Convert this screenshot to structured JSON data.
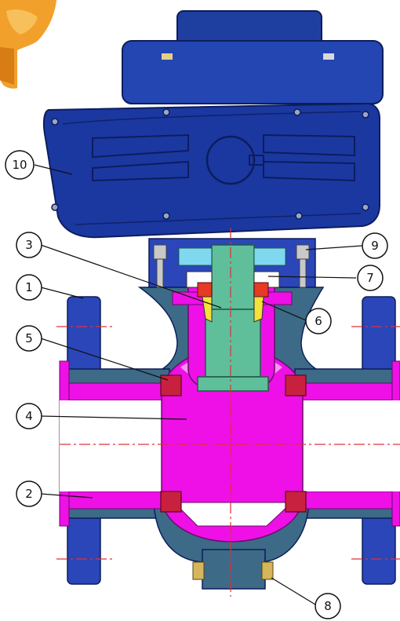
{
  "colors": {
    "actuator_blue": "#1f3fa0",
    "actuator_dark": "#13256a",
    "body_blue": "#2a46b8",
    "section_slate": "#3d6a86",
    "magenta": "#ee10e6",
    "seat_red": "#c8213f",
    "stem_green": "#5fbf9a",
    "packing_yellow": "#f3e23a",
    "bolt_gray": "#c9c9c9",
    "centerline_red": "#e0303a",
    "handwheel_orange": "#f1a02c"
  },
  "callouts": [
    {
      "id": "label-1",
      "text": "1"
    },
    {
      "id": "label-2",
      "text": "2"
    },
    {
      "id": "label-3",
      "text": "3"
    },
    {
      "id": "label-4",
      "text": "4"
    },
    {
      "id": "label-5",
      "text": "5"
    },
    {
      "id": "label-6",
      "text": "6"
    },
    {
      "id": "label-7",
      "text": "7"
    },
    {
      "id": "label-8",
      "text": "8"
    },
    {
      "id": "label-9",
      "text": "9"
    },
    {
      "id": "label-10",
      "text": "10"
    }
  ]
}
